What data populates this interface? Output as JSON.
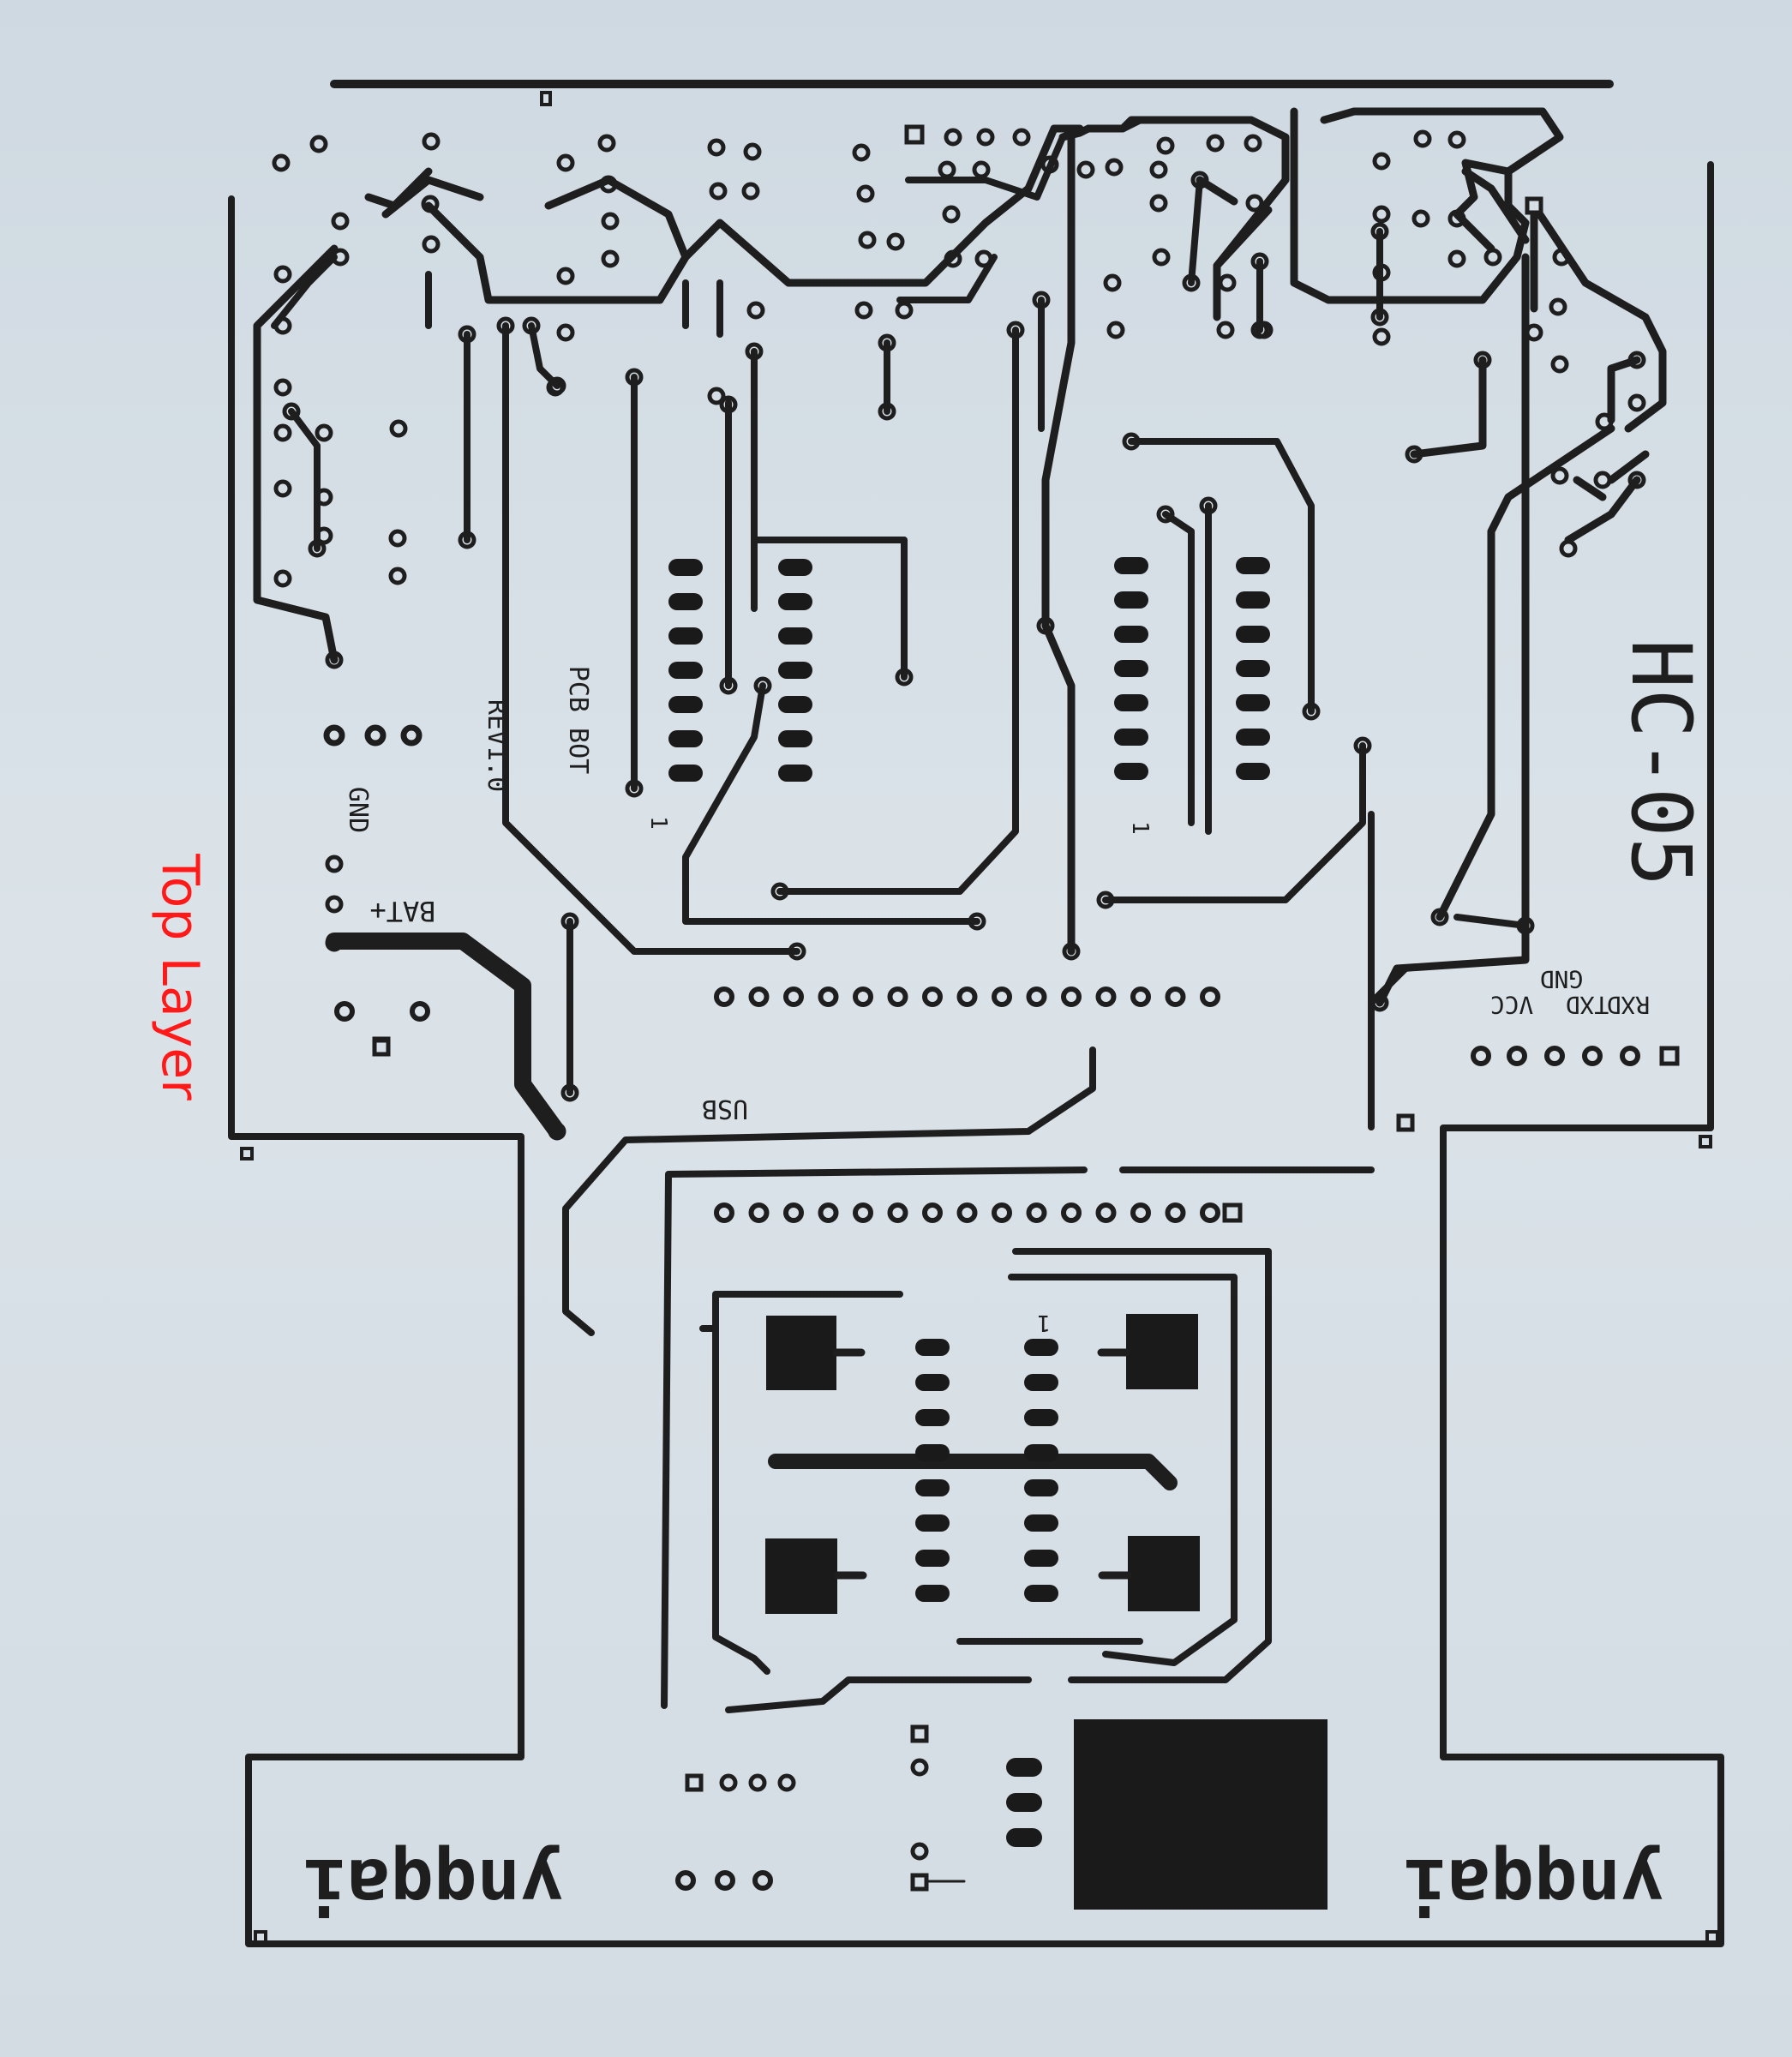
{
  "caption": "Top Layer",
  "silkscreen": {
    "module_name": "HC-05",
    "header_pins": [
      "VCC",
      "GND",
      "TXD",
      "RXD"
    ],
    "usb_label": "USB",
    "pcb_bot": "PCB BOT",
    "rev": "REV1.0",
    "gnd_label": "GND",
    "bat_label": "BAT+",
    "pin1_marker": "1",
    "logo_text": "ynqqai"
  },
  "colors": {
    "copper": "#1e1e1e",
    "board": "#d4dde4",
    "caption": "#ff1a1a"
  }
}
